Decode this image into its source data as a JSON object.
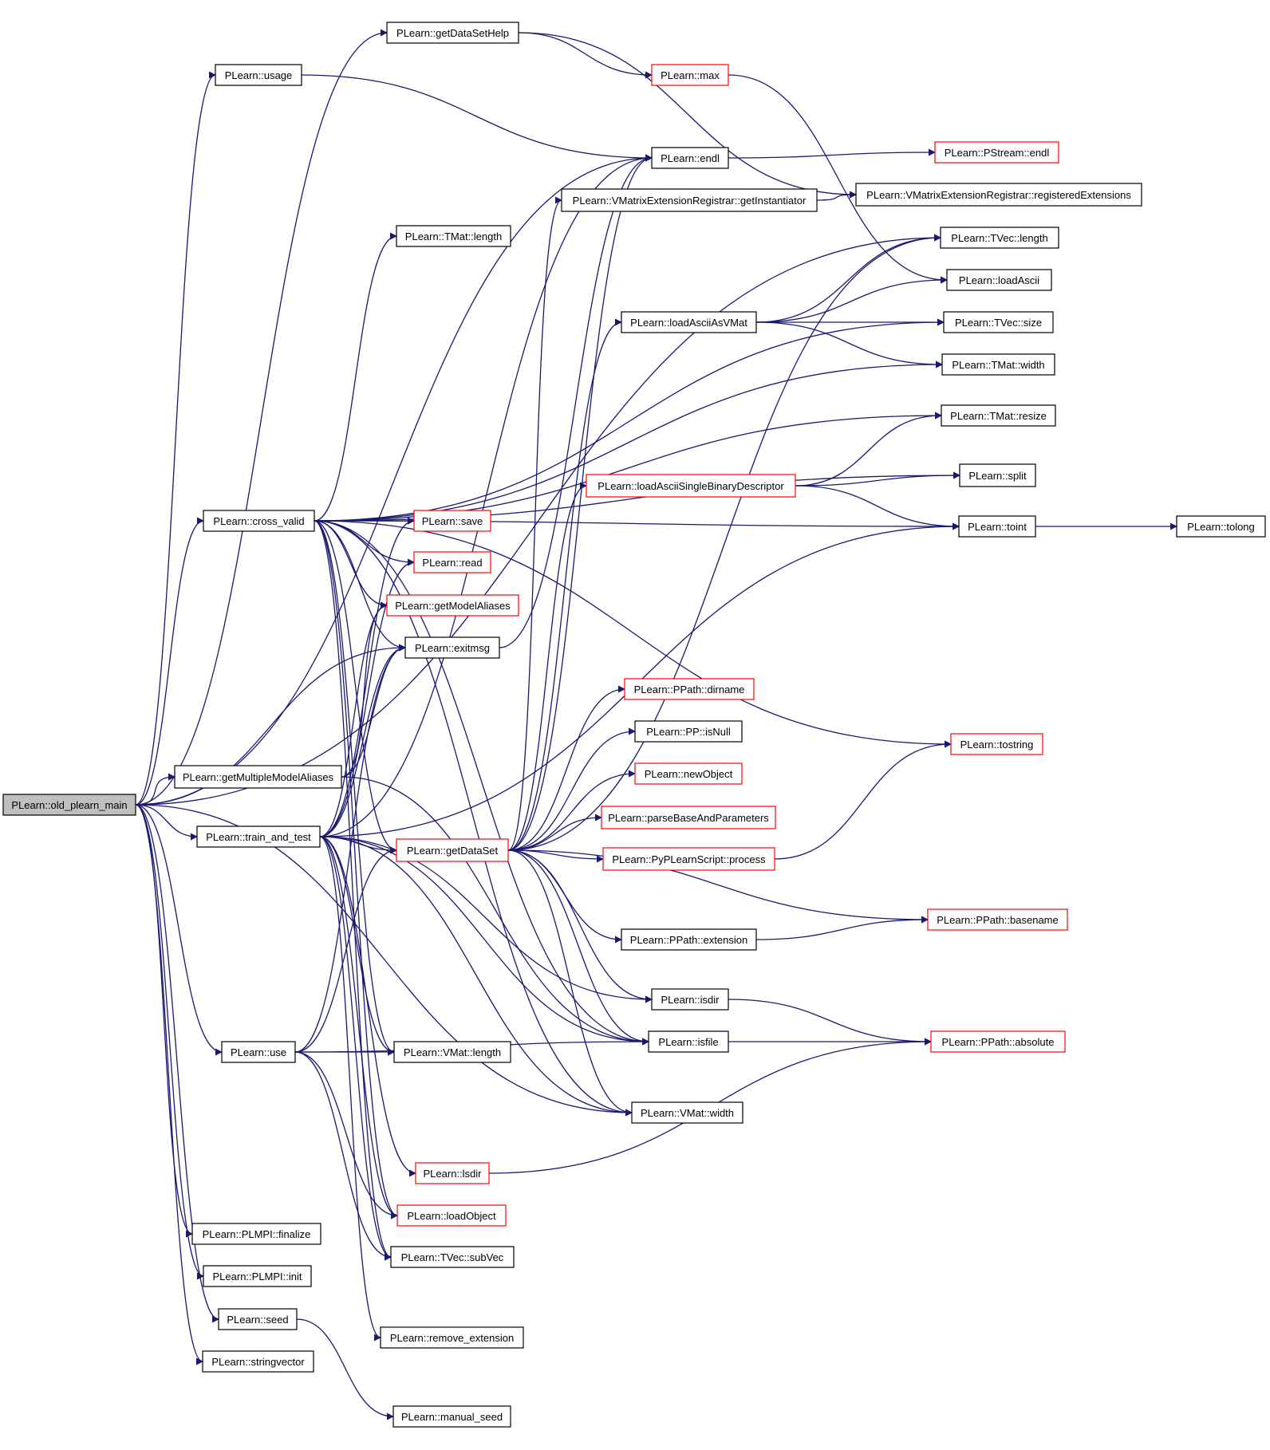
{
  "graph": {
    "nodes": {
      "main": {
        "label": "PLearn::old_plearn_main",
        "outline": "root"
      },
      "gdsh": {
        "label": "PLearn::getDataSetHelp",
        "outline": "black"
      },
      "usage": {
        "label": "PLearn::usage",
        "outline": "black"
      },
      "max": {
        "label": "PLearn::max",
        "outline": "red"
      },
      "endl": {
        "label": "PLearn::endl",
        "outline": "black"
      },
      "psendl": {
        "label": "PLearn::PStream::endl",
        "outline": "red"
      },
      "getinst": {
        "label": "PLearn::VMatrixExtensionRegistrar::getInstantiator",
        "outline": "black"
      },
      "regext": {
        "label": "PLearn::VMatrixExtensionRegistrar::registeredExtensions",
        "outline": "black"
      },
      "tmatlen": {
        "label": "PLearn::TMat::length",
        "outline": "black"
      },
      "tveclen": {
        "label": "PLearn::TVec::length",
        "outline": "black"
      },
      "loadascii": {
        "label": "PLearn::loadAscii",
        "outline": "black"
      },
      "laavm": {
        "label": "PLearn::loadAsciiAsVMat",
        "outline": "black"
      },
      "tvecsize": {
        "label": "PLearn::TVec::size",
        "outline": "black"
      },
      "tmatwidth": {
        "label": "PLearn::TMat::width",
        "outline": "black"
      },
      "tmatresize": {
        "label": "PLearn::TMat::resize",
        "outline": "black"
      },
      "lasbd": {
        "label": "PLearn::loadAsciiSingleBinaryDescriptor",
        "outline": "red"
      },
      "split": {
        "label": "PLearn::split",
        "outline": "black"
      },
      "cv": {
        "label": "PLearn::cross_valid",
        "outline": "black"
      },
      "save": {
        "label": "PLearn::save",
        "outline": "red"
      },
      "toint": {
        "label": "PLearn::toint",
        "outline": "black"
      },
      "tolong": {
        "label": "PLearn::tolong",
        "outline": "black"
      },
      "read": {
        "label": "PLearn::read",
        "outline": "red"
      },
      "gma": {
        "label": "PLearn::getModelAliases",
        "outline": "red"
      },
      "exitmsg": {
        "label": "PLearn::exitmsg",
        "outline": "black"
      },
      "dirname": {
        "label": "PLearn::PPath::dirname",
        "outline": "red"
      },
      "isnull": {
        "label": "PLearn::PP::isNull",
        "outline": "black"
      },
      "tostring": {
        "label": "PLearn::tostring",
        "outline": "red"
      },
      "newobj": {
        "label": "PLearn::newObject",
        "outline": "red"
      },
      "gmma": {
        "label": "PLearn::getMultipleModelAliases",
        "outline": "black"
      },
      "pbap": {
        "label": "PLearn::parseBaseAndParameters",
        "outline": "red"
      },
      "tat": {
        "label": "PLearn::train_and_test",
        "outline": "black"
      },
      "gds": {
        "label": "PLearn::getDataSet",
        "outline": "red"
      },
      "pyproc": {
        "label": "PLearn::PyPLearnScript::process",
        "outline": "red"
      },
      "basename": {
        "label": "PLearn::PPath::basename",
        "outline": "red"
      },
      "ext": {
        "label": "PLearn::PPath::extension",
        "outline": "black"
      },
      "isdir": {
        "label": "PLearn::isdir",
        "outline": "black"
      },
      "use": {
        "label": "PLearn::use",
        "outline": "black"
      },
      "vmatlen": {
        "label": "PLearn::VMat::length",
        "outline": "black"
      },
      "isfile": {
        "label": "PLearn::isfile",
        "outline": "black"
      },
      "absolute": {
        "label": "PLearn::PPath::absolute",
        "outline": "red"
      },
      "vmatwidth": {
        "label": "PLearn::VMat::width",
        "outline": "black"
      },
      "lsdir": {
        "label": "PLearn::lsdir",
        "outline": "red"
      },
      "loadobj": {
        "label": "PLearn::loadObject",
        "outline": "red"
      },
      "finalize": {
        "label": "PLearn::PLMPI::finalize",
        "outline": "black"
      },
      "subvec": {
        "label": "PLearn::TVec::subVec",
        "outline": "black"
      },
      "init": {
        "label": "PLearn::PLMPI::init",
        "outline": "black"
      },
      "seed": {
        "label": "PLearn::seed",
        "outline": "black"
      },
      "remext": {
        "label": "PLearn::remove_extension",
        "outline": "black"
      },
      "strvec": {
        "label": "PLearn::stringvector",
        "outline": "black"
      },
      "mseed": {
        "label": "PLearn::manual_seed",
        "outline": "black"
      }
    },
    "edges": [
      [
        "main",
        "gdsh"
      ],
      [
        "main",
        "usage"
      ],
      [
        "main",
        "endl"
      ],
      [
        "main",
        "cv"
      ],
      [
        "main",
        "exitmsg"
      ],
      [
        "main",
        "gmma"
      ],
      [
        "main",
        "tat"
      ],
      [
        "main",
        "use"
      ],
      [
        "main",
        "tveclen"
      ],
      [
        "main",
        "finalize"
      ],
      [
        "main",
        "init"
      ],
      [
        "main",
        "seed"
      ],
      [
        "main",
        "strvec"
      ],
      [
        "main",
        "vmatwidth"
      ],
      [
        "gdsh",
        "max"
      ],
      [
        "gdsh",
        "regext"
      ],
      [
        "usage",
        "endl"
      ],
      [
        "max",
        "loadascii"
      ],
      [
        "endl",
        "psendl"
      ],
      [
        "getinst",
        "regext"
      ],
      [
        "laavm",
        "tveclen"
      ],
      [
        "laavm",
        "loadascii"
      ],
      [
        "laavm",
        "tvecsize"
      ],
      [
        "laavm",
        "tmatwidth"
      ],
      [
        "lasbd",
        "tmatresize"
      ],
      [
        "lasbd",
        "split"
      ],
      [
        "lasbd",
        "toint"
      ],
      [
        "toint",
        "tolong"
      ],
      [
        "cv",
        "tmatlen"
      ],
      [
        "cv",
        "tvecsize"
      ],
      [
        "cv",
        "tmatwidth"
      ],
      [
        "cv",
        "tmatresize"
      ],
      [
        "cv",
        "split"
      ],
      [
        "cv",
        "save"
      ],
      [
        "cv",
        "read"
      ],
      [
        "cv",
        "gma"
      ],
      [
        "cv",
        "exitmsg"
      ],
      [
        "cv",
        "gds"
      ],
      [
        "cv",
        "tostring"
      ],
      [
        "cv",
        "vmatlen"
      ],
      [
        "cv",
        "vmatwidth"
      ],
      [
        "cv",
        "isfile"
      ],
      [
        "cv",
        "loadobj"
      ],
      [
        "cv",
        "subvec"
      ],
      [
        "cv",
        "toint"
      ],
      [
        "exitmsg",
        "endl"
      ],
      [
        "gmma",
        "gma"
      ],
      [
        "gmma",
        "exitmsg"
      ],
      [
        "gmma",
        "isfile"
      ],
      [
        "tat",
        "save"
      ],
      [
        "tat",
        "read"
      ],
      [
        "tat",
        "gma"
      ],
      [
        "tat",
        "exitmsg"
      ],
      [
        "tat",
        "gds"
      ],
      [
        "tat",
        "endl"
      ],
      [
        "tat",
        "isdir"
      ],
      [
        "tat",
        "lsdir"
      ],
      [
        "tat",
        "loadobj"
      ],
      [
        "tat",
        "subvec"
      ],
      [
        "tat",
        "remext"
      ],
      [
        "tat",
        "vmatlen"
      ],
      [
        "tat",
        "vmatwidth"
      ],
      [
        "tat",
        "isfile"
      ],
      [
        "tat",
        "toint"
      ],
      [
        "gds",
        "getinst"
      ],
      [
        "gds",
        "laavm"
      ],
      [
        "gds",
        "lasbd"
      ],
      [
        "gds",
        "dirname"
      ],
      [
        "gds",
        "isnull"
      ],
      [
        "gds",
        "newobj"
      ],
      [
        "gds",
        "pbap"
      ],
      [
        "gds",
        "pyproc"
      ],
      [
        "gds",
        "basename"
      ],
      [
        "gds",
        "ext"
      ],
      [
        "gds",
        "isdir"
      ],
      [
        "gds",
        "isfile"
      ],
      [
        "gds",
        "vmatwidth"
      ],
      [
        "gds",
        "endl"
      ],
      [
        "gds",
        "tveclen"
      ],
      [
        "pyproc",
        "tostring"
      ],
      [
        "ext",
        "basename"
      ],
      [
        "isdir",
        "absolute"
      ],
      [
        "isfile",
        "absolute"
      ],
      [
        "lsdir",
        "absolute"
      ],
      [
        "use",
        "vmatlen"
      ],
      [
        "use",
        "exitmsg"
      ],
      [
        "use",
        "gds"
      ],
      [
        "use",
        "loadobj"
      ],
      [
        "use",
        "subvec"
      ],
      [
        "use",
        "isfile"
      ],
      [
        "seed",
        "mseed"
      ]
    ]
  }
}
